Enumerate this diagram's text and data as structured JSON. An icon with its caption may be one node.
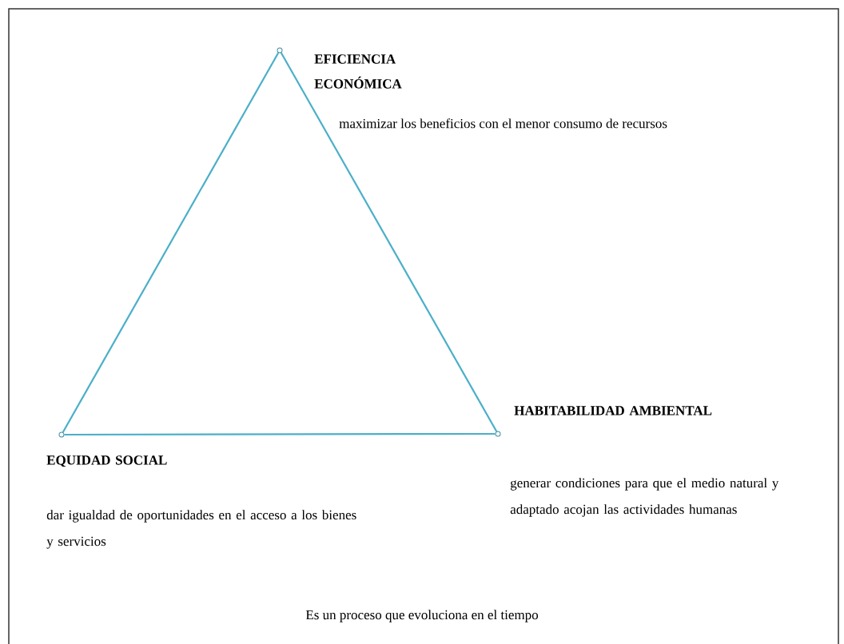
{
  "diagram": {
    "nodes": [
      {
        "text": [],
        "shape": "circle",
        "beside": [
          "EFICIENCIA ECONÓMICA",
          "maximizar los beneficios con el menor consumo de recursos"
        ]
      },
      {
        "text": [],
        "shape": "circle",
        "beside": [
          "EQUIDAD SOCIAL",
          "dar igualdad de oportunidades en el acceso a los bienes y servicios"
        ]
      },
      {
        "text": [],
        "shape": "circle",
        "beside": [
          "HABITABILIDAD AMBIENTAL",
          "generar condiciones para que el medio natural y adaptado acojan las actividades humanas"
        ]
      }
    ],
    "edges": [
      {
        "from": 0,
        "to": 2,
        "arrow": "none"
      },
      {
        "from": 2,
        "to": 1,
        "arrow": "none"
      },
      {
        "from": 1,
        "to": 0,
        "arrow": "none"
      }
    ],
    "labels": [
      "Es un proceso que evoluciona en el tiempo"
    ]
  }
}
